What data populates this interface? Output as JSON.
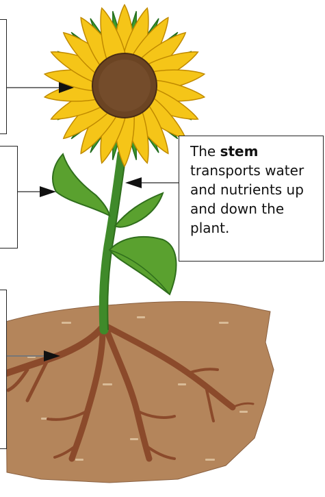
{
  "stem_label": {
    "prefix": "The ",
    "term": "stem",
    "rest": " transports water and nutrients up and down the plant."
  },
  "colors": {
    "soil": "#b4855b",
    "soil_fleck": "#d9bb97",
    "root": "#8b4a2b",
    "stem": "#3f8a2a",
    "leaf": "#5aa12f",
    "leaf_dark": "#2f6e1c",
    "petal": "#f5c518",
    "petal_outline": "#c08a00",
    "sepal": "#3c9a2e",
    "center": "#6b4423",
    "arrow": "#111111"
  }
}
